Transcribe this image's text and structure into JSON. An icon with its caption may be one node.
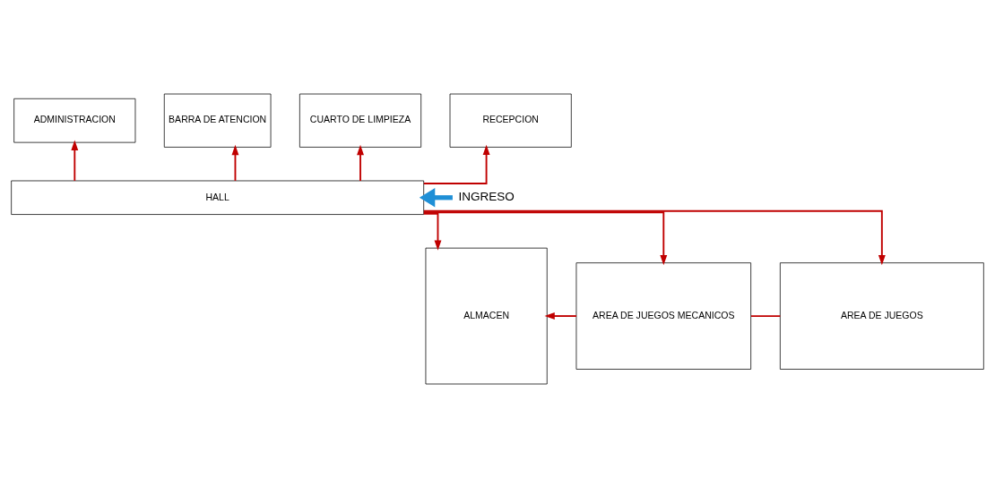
{
  "diagram": {
    "nodes": [
      {
        "text": [
          "ADMINISTRACION"
        ]
      },
      {
        "text": [
          "CUARTO DE LIMPIEZA"
        ]
      },
      {
        "text": [
          "BARRA DE ATENCION"
        ]
      },
      {
        "text": [
          "RECEPCION"
        ]
      },
      {
        "text": [
          "HALL"
        ]
      },
      {
        "text": [
          "INGRESO"
        ]
      },
      {
        "text": [
          "ALMACEN"
        ]
      },
      {
        "text": [
          "AREA DE JUEGOS MECANICOS"
        ]
      },
      {
        "text": [
          "AREA DE JUEGOS"
        ]
      }
    ],
    "edges": [
      {
        "from": 4,
        "to": 1,
        "arrow": "to"
      },
      {
        "from": 4,
        "to": 2,
        "arrow": "to"
      },
      {
        "from": 4,
        "to": 3,
        "arrow": "to"
      },
      {
        "from": 4,
        "to": 0,
        "arrow": "to"
      },
      {
        "from": 4,
        "to": 6,
        "arrow": "to"
      },
      {
        "from": 5,
        "to": 4,
        "arrow": "to",
        "style": "thick",
        "color": "#1f8fd6"
      },
      {
        "from": 4,
        "to": 7,
        "arrow": "to"
      },
      {
        "from": 4,
        "to": 8,
        "arrow": "to"
      },
      {
        "from": 7,
        "to": 6,
        "arrow": "to"
      },
      {
        "from": 7,
        "to": 8,
        "arrow": "none"
      }
    ]
  }
}
